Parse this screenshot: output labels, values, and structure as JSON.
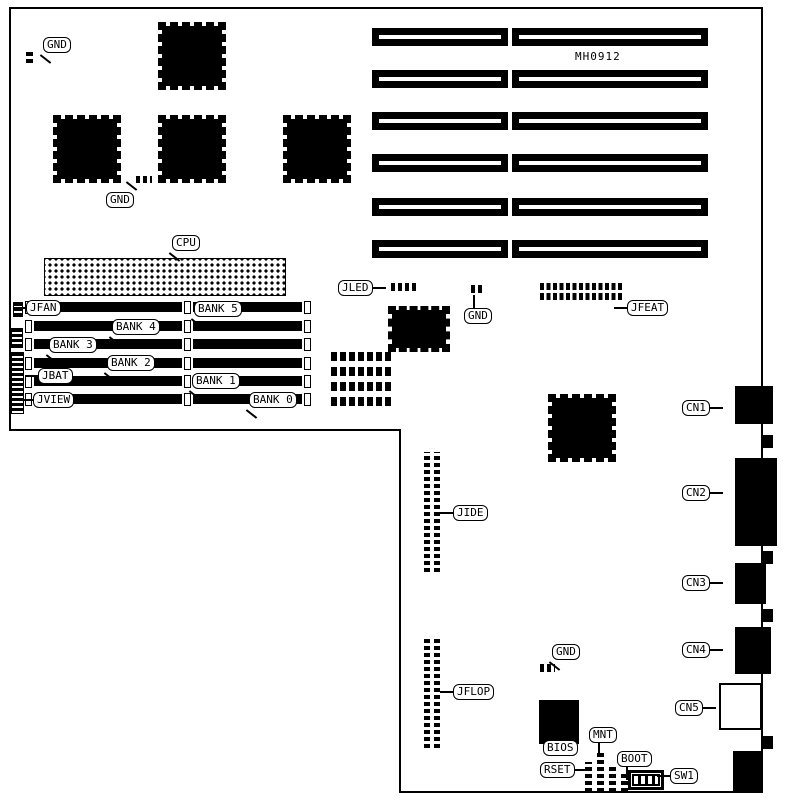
{
  "board": {
    "id_text": "MH0912"
  },
  "callouts": {
    "gnd_top": "GND",
    "gnd_mid": "GND",
    "cpu": "CPU",
    "jfan": "JFAN",
    "bank5": "BANK 5",
    "bank4": "BANK 4",
    "bank3": "BANK 3",
    "bank2": "BANK 2",
    "jbat": "JBAT",
    "bank1": "BANK 1",
    "jview": "JVIEW",
    "bank0": "BANK 0",
    "jled": "JLED",
    "gnd_jled": "GND",
    "jfeat": "JFEAT",
    "jide": "JIDE",
    "jflop": "JFLOP",
    "gnd_bottom": "GND",
    "cn1": "CN1",
    "cn2": "CN2",
    "cn3": "CN3",
    "cn4": "CN4",
    "cn5": "CN5",
    "bios": "BIOS",
    "mnt": "MNT",
    "rset": "RSET",
    "boot": "BOOT",
    "sw1": "SW1"
  }
}
